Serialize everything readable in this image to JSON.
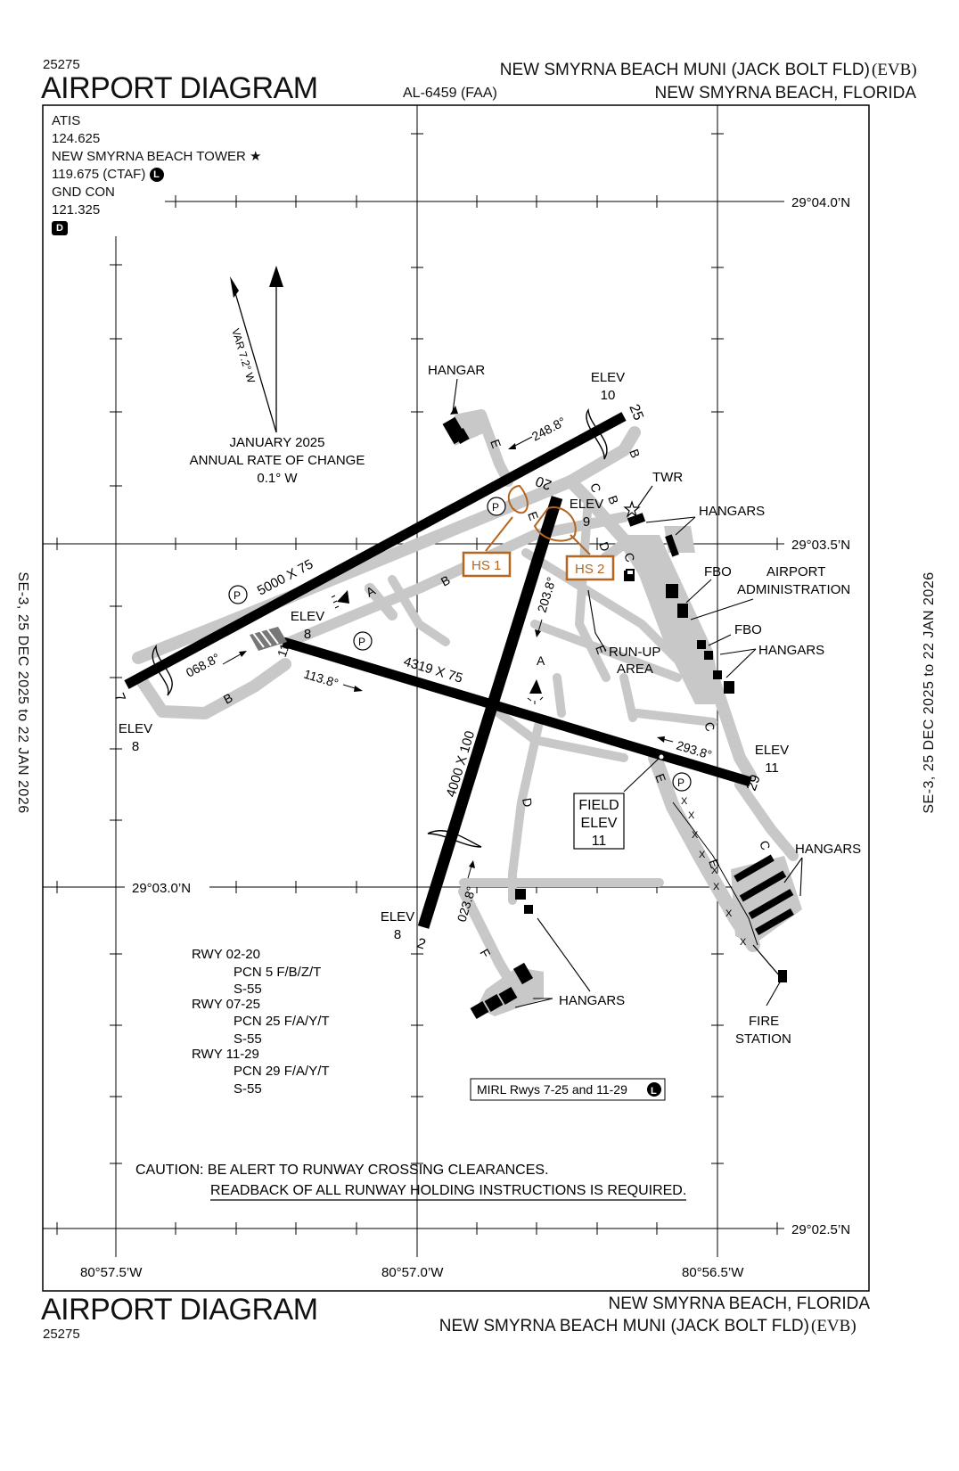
{
  "header": {
    "proc_number_top": "25275",
    "title_top": "AIRPORT DIAGRAM",
    "airport_name_top": "NEW SMYRNA BEACH MUNI (JACK BOLT FLD)",
    "ident_top": "(EVB)",
    "al_number": "AL-6459 (FAA)",
    "city_top": "NEW SMYRNA BEACH, FLORIDA"
  },
  "footer": {
    "title_bottom": "AIRPORT DIAGRAM",
    "proc_number_bottom": "25275",
    "city_bottom": "NEW SMYRNA BEACH, FLORIDA",
    "airport_name_bottom": "NEW SMYRNA BEACH MUNI (JACK BOLT FLD)",
    "ident_bottom": "(EVB)"
  },
  "side_labels": {
    "left": "SE-3,  25 DEC 2025  to  22 JAN 2026",
    "right": "SE-3,  25 DEC 2025  to  22 JAN 2026"
  },
  "frequencies": {
    "atis_label": "ATIS",
    "atis_freq": "124.625",
    "tower_label": "NEW SMYRNA BEACH TOWER",
    "tower_freq": "119.675 (CTAF)",
    "ctaf_badge": "L",
    "gnd_label": "GND CON",
    "gnd_freq": "121.325",
    "d_badge": "D"
  },
  "magnetic": {
    "variation": "VAR 7.2° W",
    "date": "JANUARY 2025",
    "rate_label": "ANNUAL RATE OF CHANGE",
    "rate": "0.1° W"
  },
  "grid": {
    "lat_north": "29°04.0’N",
    "lat_mid": "29°03.5’N",
    "lat_mid2": "29°03.0’N",
    "lat_south": "29°02.5’N",
    "lon_west": "80°57.5’W",
    "lon_mid": "80°57.0’W",
    "lon_east": "80°56.5’W"
  },
  "runways": {
    "rwy_7_25_dim": "5000 X 75",
    "rwy_11_29_dim": "4319 X 75",
    "rwy_2_20_dim": "4000 X 100",
    "end_7": "7",
    "end_25": "25",
    "end_11": "11",
    "end_29": "29",
    "end_2": "2",
    "end_20": "20",
    "hdg_248": "248.8°",
    "hdg_068": "068.8°",
    "hdg_113": "113.8°",
    "hdg_293": "293.8°",
    "hdg_203": "203.8°",
    "hdg_023": "023.8°"
  },
  "elevations": {
    "elev_word": "ELEV",
    "elev_25": "10",
    "elev_20": "9",
    "elev_11": "8",
    "elev_7": "8",
    "elev_29": "11",
    "elev_2": "8",
    "field_elev_line1": "FIELD",
    "field_elev_line2": "ELEV",
    "field_elev_value": "11"
  },
  "taxiways": {
    "a": "A",
    "b": "B",
    "c": "C",
    "d": "D",
    "e": "E",
    "f": "F",
    "x": "X"
  },
  "hotspots": {
    "hs1": "HS 1",
    "hs2": "HS 2",
    "color": "#b5651d"
  },
  "facilities": {
    "hangar": "HANGAR",
    "hangars": "HANGARS",
    "twr": "TWR",
    "fbo": "FBO",
    "airport_admin_1": "AIRPORT",
    "airport_admin_2": "ADMINISTRATION",
    "runup_1": "RUN-UP",
    "runup_2": "AREA",
    "fire_1": "FIRE",
    "fire_2": "STATION",
    "parking": "P"
  },
  "pcn": {
    "rwy_0220": "RWY 02-20",
    "rwy_0220_pcn": "PCN 5 F/B/Z/T",
    "rwy_0220_s": "S-55",
    "rwy_0725": "RWY 07-25",
    "rwy_0725_pcn": "PCN 25 F/A/Y/T",
    "rwy_0725_s": "S-55",
    "rwy_1129": "RWY 11-29",
    "rwy_1129_pcn": "PCN 29 F/A/Y/T",
    "rwy_1129_s": "S-55"
  },
  "notes": {
    "mirl": "MIRL Rwys 7-25 and 11-29",
    "mirl_badge": "L",
    "caution_1": "CAUTION: BE ALERT TO RUNWAY CROSSING CLEARANCES.",
    "caution_2": "READBACK OF ALL RUNWAY HOLDING INSTRUCTIONS IS REQUIRED."
  }
}
